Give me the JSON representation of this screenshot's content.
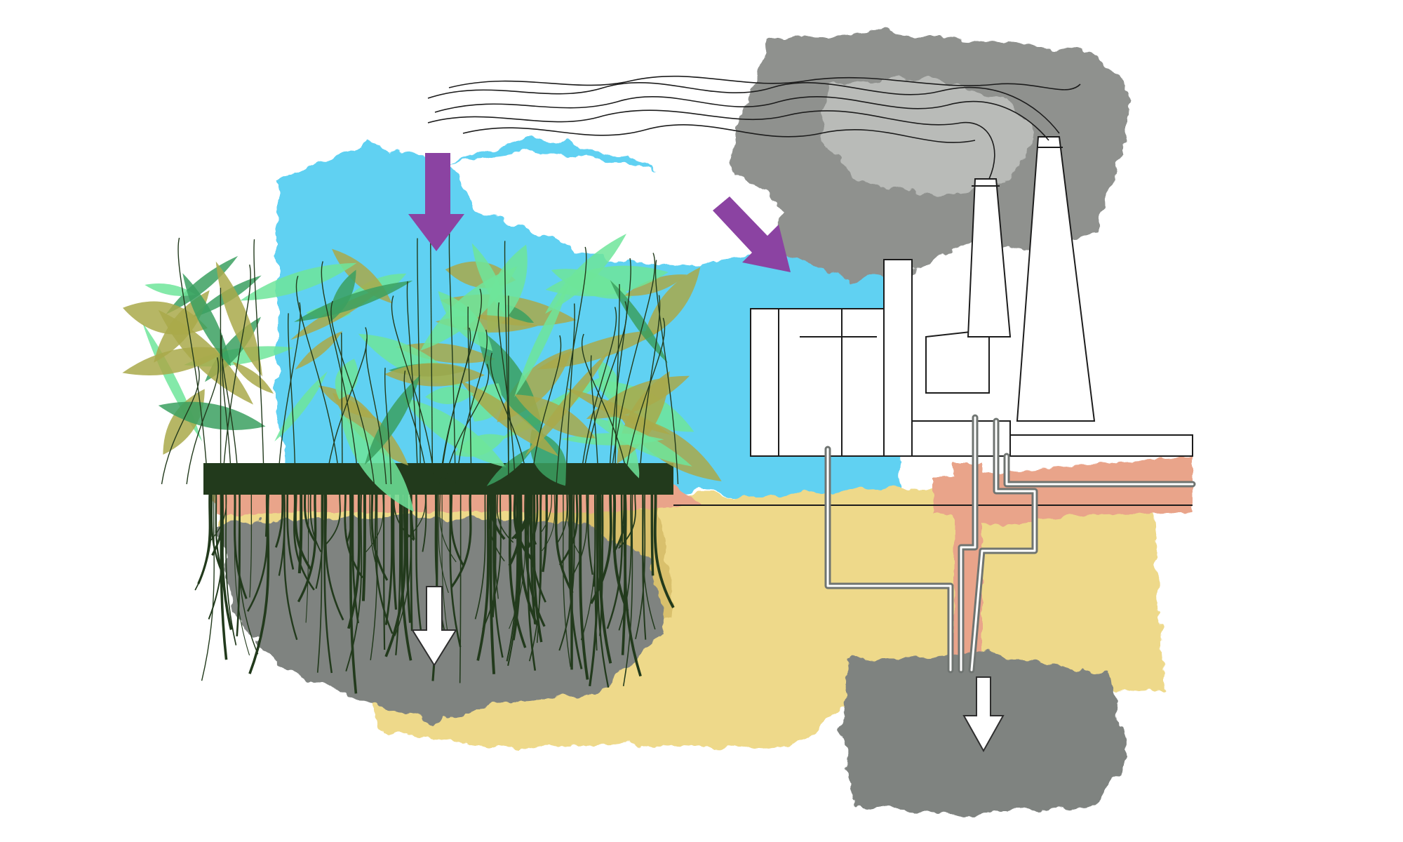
{
  "colors": {
    "background": "#ffffff",
    "sky": "#61d1f2",
    "smoke": "#8f918e",
    "smoke_light": "#b9bbb8",
    "soil": "#eed98a",
    "soil_dark": "#d9c06c",
    "clay": "#e9a48a",
    "stone": "#7f8380",
    "leaf_light": "#6ee59a",
    "leaf_mid": "#3ba060",
    "leaf_olive": "#a9a94a",
    "roots": "#223a1c",
    "arrow_purple": "#8b43a2",
    "arrow_white": "#ffffff",
    "pipe": "#6f7471",
    "line": "#1c1c1c"
  },
  "scene": {
    "left": "vegetation-with-roots",
    "right": "power-plant-with-underground-pipes"
  },
  "arrows": [
    {
      "name": "co2-into-vegetation",
      "color": "arrow_purple",
      "direction": "down"
    },
    {
      "name": "co2-into-plant",
      "color": "arrow_purple",
      "direction": "down-right"
    },
    {
      "name": "carbon-stored-by-roots",
      "color": "arrow_white",
      "direction": "down"
    },
    {
      "name": "carbon-injected-underground",
      "color": "arrow_white",
      "direction": "down"
    }
  ]
}
